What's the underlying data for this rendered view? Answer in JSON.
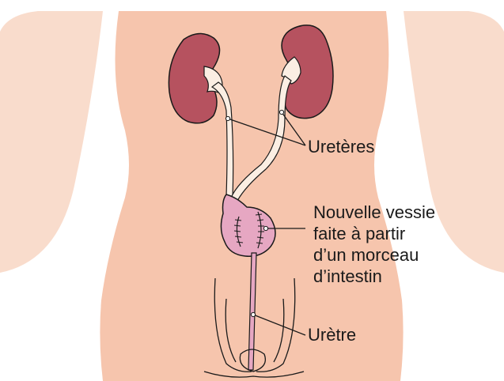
{
  "labels": {
    "ureteres": "Uretères",
    "neobladder_line1": "Nouvelle vessie",
    "neobladder_line2": "faite à partir",
    "neobladder_line3": "d’un morceau",
    "neobladder_line4": "d’intestin",
    "urethra": "Urètre"
  },
  "colors": {
    "body_skin": "#f9dccc",
    "torso_skin": "#f6c5ad",
    "kidney": "#b6525f",
    "ureter": "#fbeee3",
    "neobladder": "#e6a7c2",
    "outline": "#1a1a1a"
  }
}
